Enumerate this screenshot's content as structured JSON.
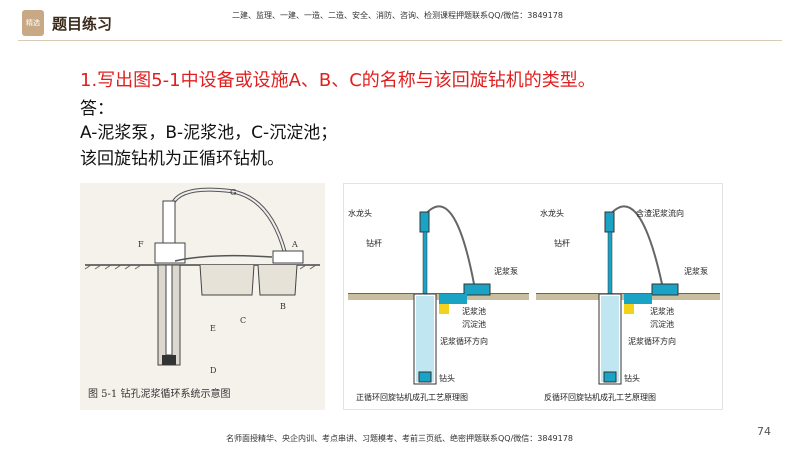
{
  "header": {
    "logo_text": "精选",
    "section_title": "题目练习",
    "notice": "二建、监理、一建、一造、二造、安全、消防、咨询、检测课程押题联系QQ/微信：3849178"
  },
  "question": "1.写出图5-1中设备或设施A、B、C的名称与该回旋钻机的类型。",
  "answer": {
    "label": "答：",
    "line1": "A-泥浆泵，B-泥浆池，C-沉淀池；",
    "line2": "该回旋钻机为正循环钻机。"
  },
  "figure_left": {
    "caption": "图 5-1    钻孔泥浆循环系统示意图",
    "labels": {
      "G": "G",
      "F": "F",
      "A": "A",
      "B": "B",
      "C": "C",
      "D": "D",
      "E": "E"
    }
  },
  "figure_right": {
    "left_diagram": {
      "caption": "正循环回旋钻机成孔工艺原理图",
      "faucet": "水龙头",
      "drill_rod": "钻杆",
      "mud_pump": "泥浆泵",
      "mud_pit": "泥浆池",
      "settling_pit": "沉淀池",
      "circulation_direction": "泥浆循环方向",
      "drill_bit": "钻头"
    },
    "right_diagram": {
      "caption": "反循环回旋钻机成孔工艺原理图",
      "faucet": "水龙头",
      "flow_direction": "含渣泥浆流向",
      "drill_rod": "钻杆",
      "mud_pump": "泥浆泵",
      "mud_pit": "泥浆池",
      "settling_pit": "沉淀池",
      "circulation_direction": "泥浆循环方向",
      "drill_bit": "钻头"
    }
  },
  "page_number": "74",
  "footer": "名师面授精华、央企内训、考点串讲、习题模考、考前三页纸、绝密押题联系QQ/微信：3849178",
  "colors": {
    "question": "#e02020",
    "accent_brown": "#c9a985",
    "water_blue": "#1aa3c4",
    "pit_yellow": "#f2d21b"
  }
}
